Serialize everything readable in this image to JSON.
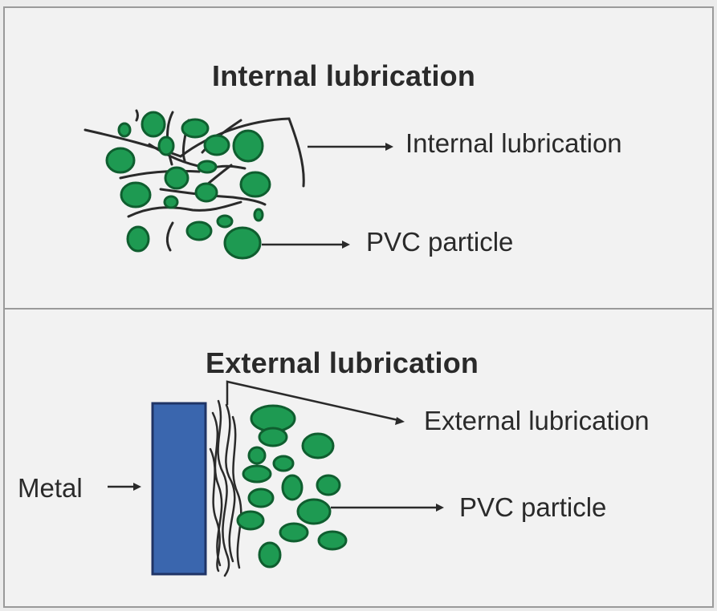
{
  "internal": {
    "title": "Internal lubrication",
    "lubricant_label": "Internal lubrication",
    "particle_label": "PVC particle"
  },
  "external": {
    "title": "External lubrication",
    "lubricant_label": "External lubrication",
    "particle_label": "PVC particle",
    "metal_label": "Metal"
  },
  "colors": {
    "particle_fill": "#1e9a52",
    "particle_stroke": "#0f5e2f",
    "metal_fill": "#3a66ae",
    "metal_stroke": "#1f3466",
    "line": "#2a2a2a"
  }
}
